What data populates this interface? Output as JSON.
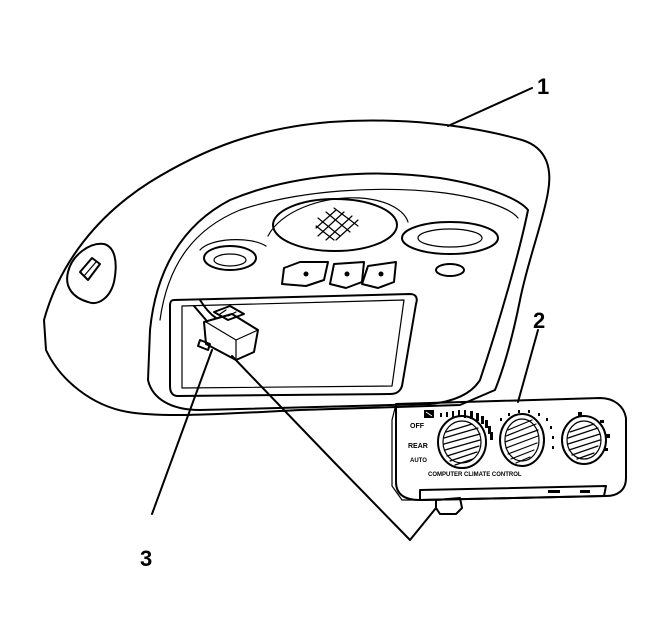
{
  "callouts": {
    "one": "1",
    "two": "2",
    "three": "3"
  },
  "control_panel": {
    "off_label": "OFF",
    "rear_label": "REAR",
    "auto_label": "AUTO",
    "title_label": "COMPUTER CLIMATE CONTROL"
  }
}
